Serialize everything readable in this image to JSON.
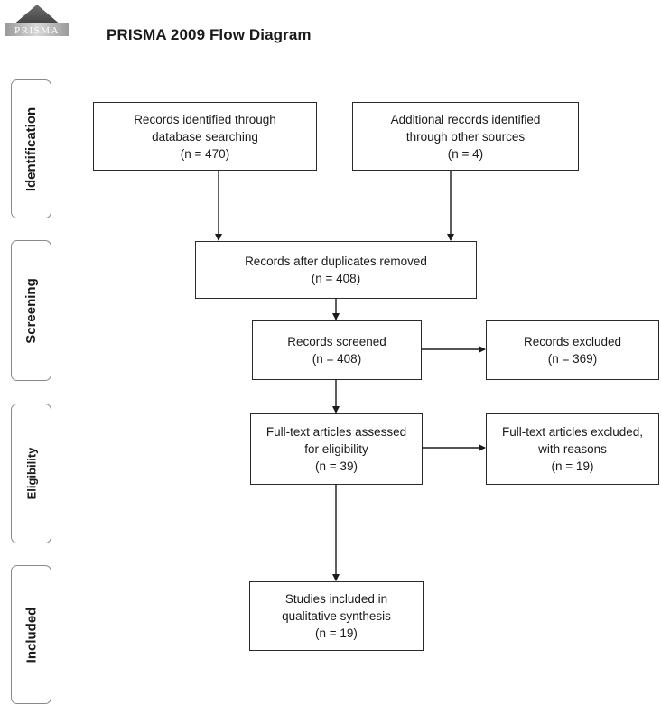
{
  "logo": {
    "text": "PRISMA"
  },
  "title": "PRISMA 2009 Flow Diagram",
  "stages": {
    "identification": "Identification",
    "screening": "Screening",
    "eligibility": "Eligibility",
    "included": "Included"
  },
  "boxes": {
    "records_identified": {
      "lines": [
        "Records identified through",
        "database searching",
        "(n = 470)"
      ]
    },
    "additional_records": {
      "lines": [
        "Additional records identified",
        "through other sources",
        "(n = 4)"
      ]
    },
    "after_duplicates": {
      "lines": [
        "Records after duplicates removed",
        "(n = 408)"
      ]
    },
    "screened": {
      "lines": [
        "Records screened",
        "(n = 408)"
      ]
    },
    "excluded": {
      "lines": [
        "Records excluded",
        "(n = 369)"
      ]
    },
    "fulltext_assessed": {
      "lines": [
        "Full-text articles assessed",
        "for eligibility",
        "(n = 39)"
      ]
    },
    "fulltext_excluded": {
      "lines": [
        "Full-text articles excluded,",
        "with reasons",
        "(n = 19)"
      ]
    },
    "included": {
      "lines": [
        "Studies included in",
        "qualitative synthesis",
        "(n = 19)"
      ]
    }
  }
}
